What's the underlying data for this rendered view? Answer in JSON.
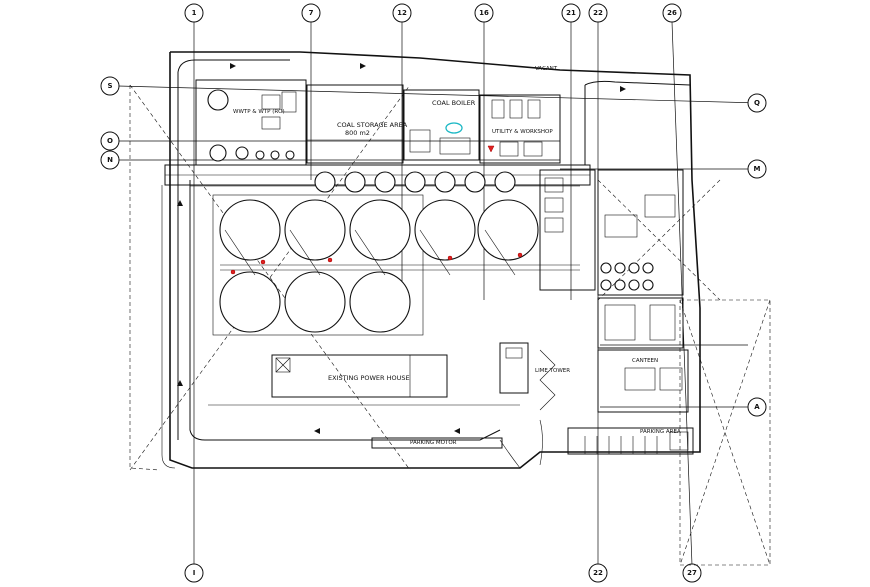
{
  "grid_top": [
    "1",
    "7",
    "12",
    "16",
    "21",
    "22",
    "26"
  ],
  "grid_bottom": [
    "I",
    "22",
    "27"
  ],
  "grid_left": [
    "S",
    "O",
    "N"
  ],
  "grid_right": [
    "Q",
    "M",
    "A"
  ],
  "labels": {
    "coal_storage": "COAL STORAGE AREA",
    "coal_storage_area": "800 m2",
    "coal_boiler": "COAL BOILER",
    "utility_workshop": "UTILITY & WORKSHOP",
    "wtp": "WWTP & WTP (RO)",
    "existing_power_house": "EXISTING POWER HOUSE",
    "canteen": "CANTEEN",
    "parking_motor": "PARKING MOTOR",
    "parking_area": "PARKING AREA",
    "lime_tower": "LIME TOWER",
    "vacant": "VACANT"
  },
  "colors": {
    "line": "#111111",
    "highlight_red": "#dd2222",
    "highlight_cyan": "#19b7c4"
  }
}
